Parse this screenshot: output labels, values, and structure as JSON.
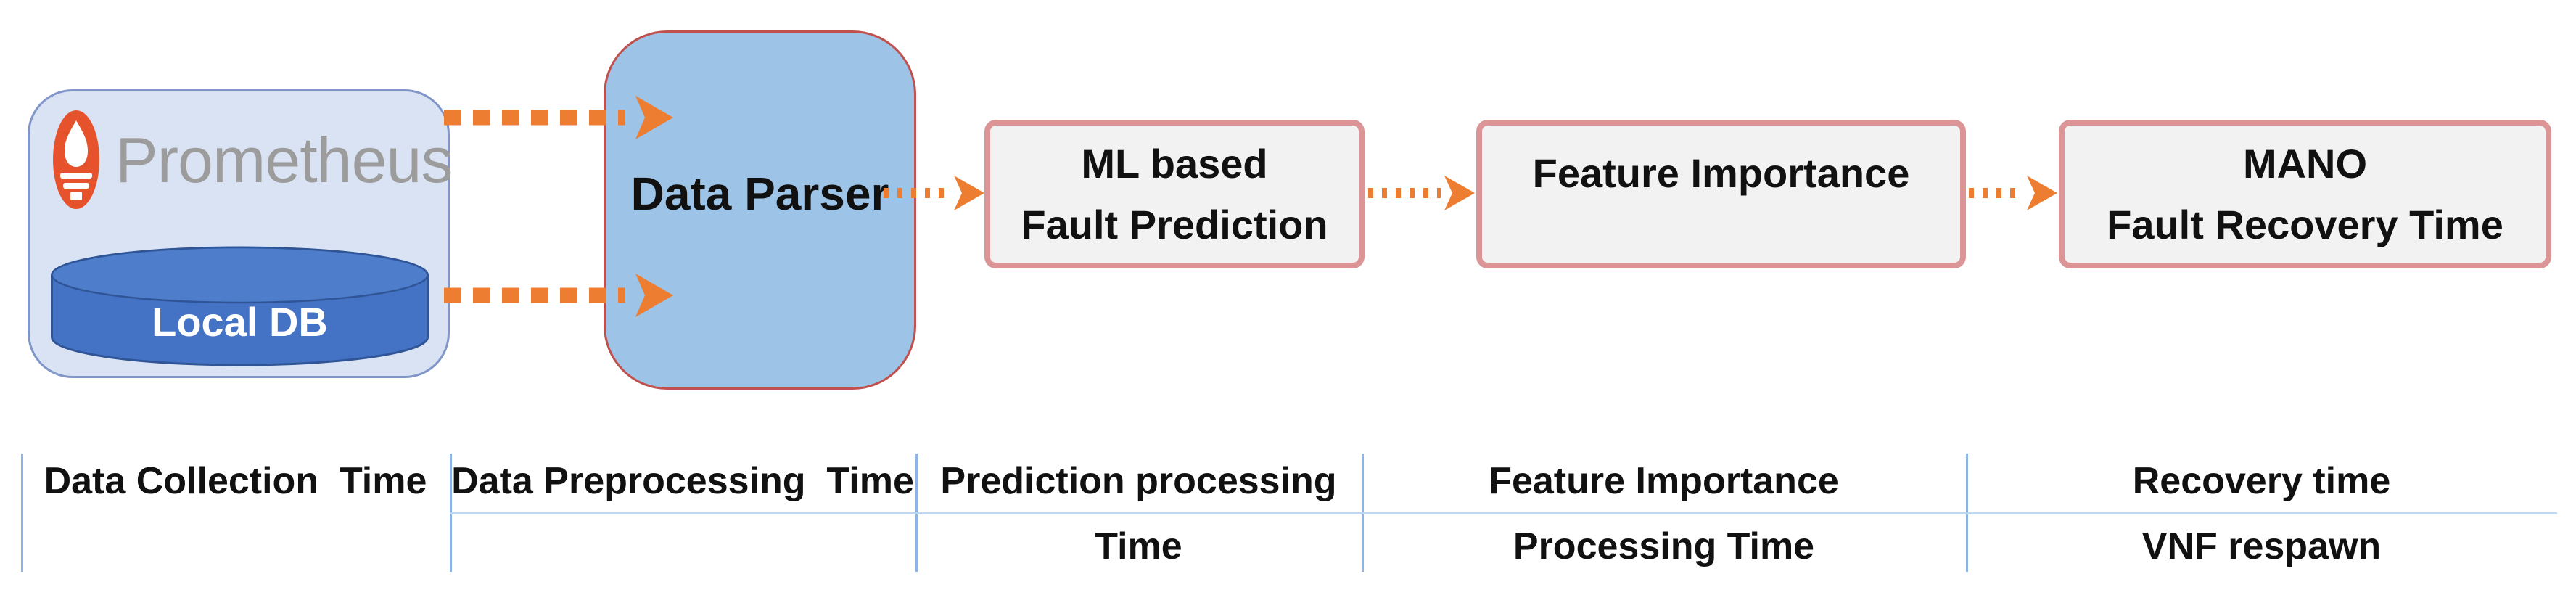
{
  "diagram": {
    "prometheus": {
      "title": "Prometheus",
      "db_label": "Local DB",
      "logo_icon": "prometheus-flame-icon",
      "box_fill": "#dae3f3",
      "box_border": "#8096c8",
      "cylinder_fill": "#4472c4",
      "logo_color": "#e6522c"
    },
    "data_parser": {
      "label": "Data Parser",
      "fill": "#9dc3e6",
      "border": "#c0504d"
    },
    "stages": [
      {
        "label_lines": [
          "ML based",
          "Fault Prediction"
        ]
      },
      {
        "label_lines": [
          "Feature Importance"
        ]
      },
      {
        "label_lines": [
          "MANO",
          "Fault Recovery Time"
        ]
      }
    ],
    "stage_fill": "#f2f2f2",
    "stage_border": "#dc9596",
    "arrow_color": "#ed7d31"
  },
  "timeline": {
    "columns": [
      {
        "line1": "Data Collection  Time",
        "line2": ""
      },
      {
        "line1": "Data Preprocessing  Time",
        "line2": ""
      },
      {
        "line1": "Prediction processing",
        "line2": "Time"
      },
      {
        "line1": "Feature Importance",
        "line2": "Processing Time"
      },
      {
        "line1": "Recovery time",
        "line2": "VNF respawn"
      }
    ],
    "vertical_rule_color": "#8eb4e3",
    "horizontal_rule_color": "#bdd7ee",
    "text_color": "#111111"
  }
}
